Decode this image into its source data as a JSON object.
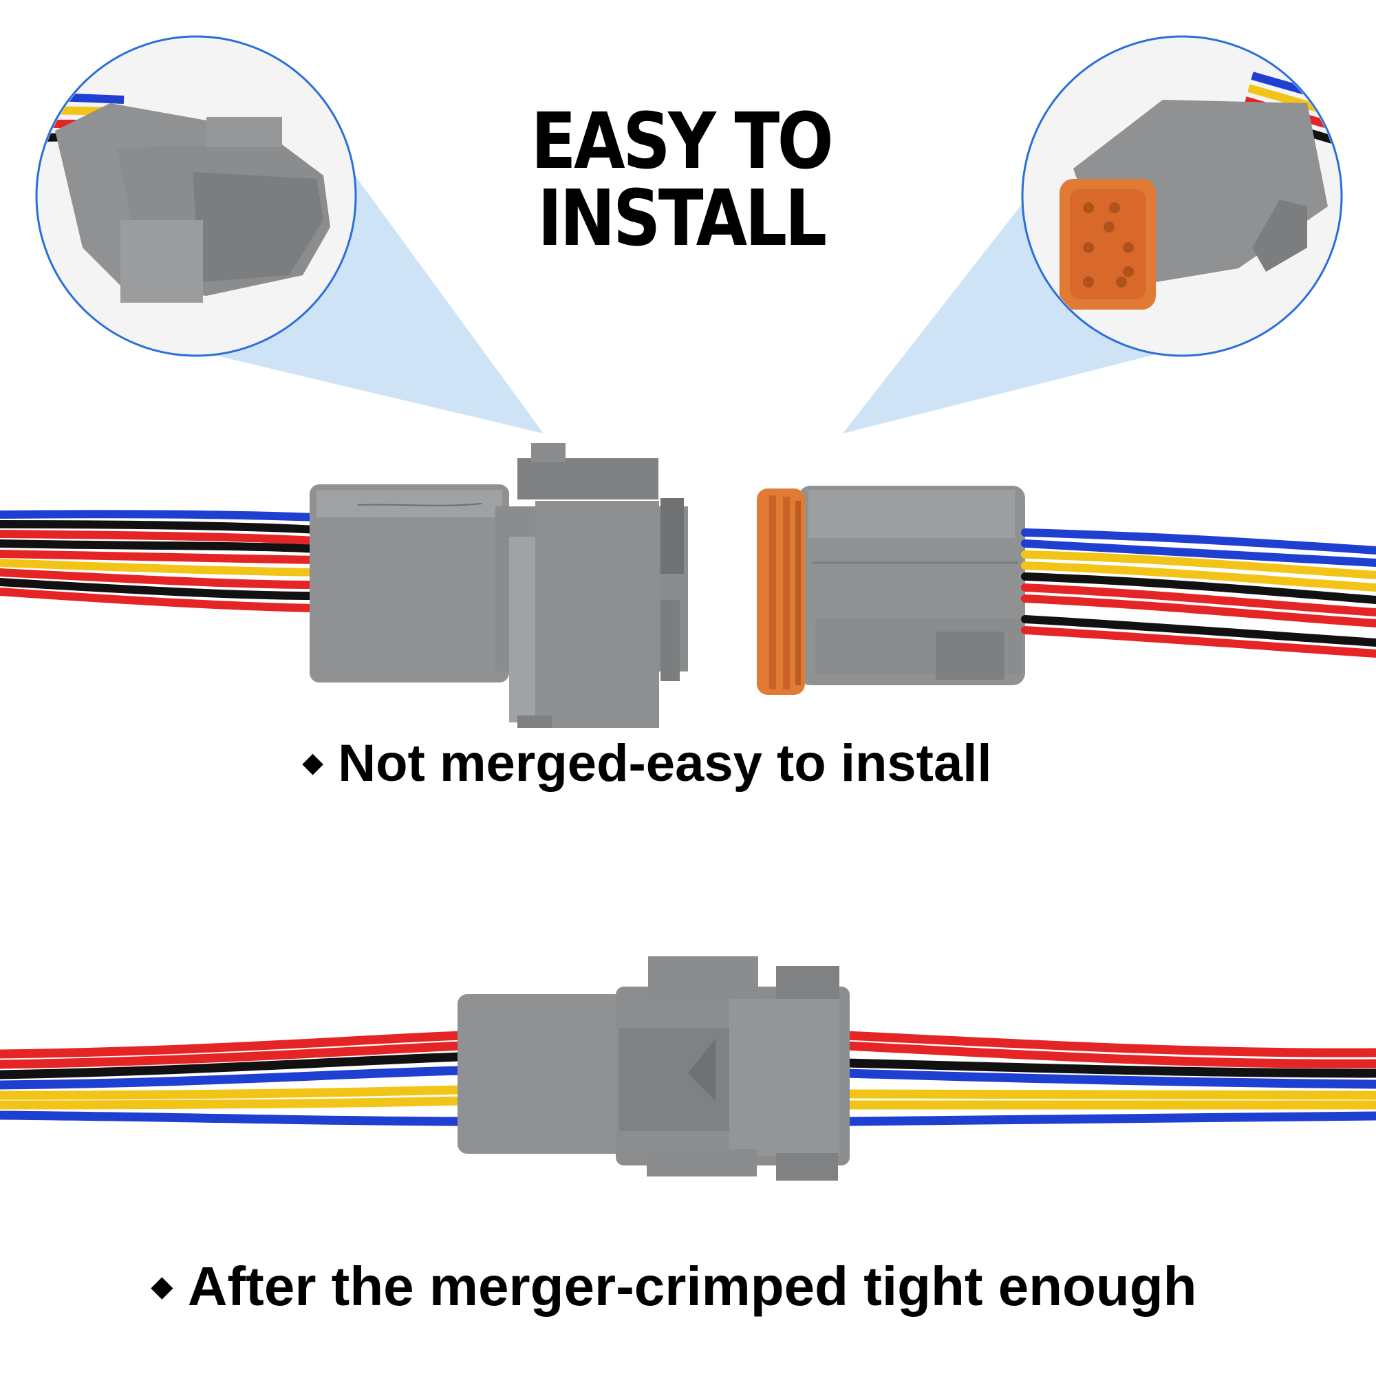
{
  "title": "EASY TO INSTALL",
  "captions": {
    "bullet": "◆",
    "not_merged": "Not merged-easy to install",
    "after_merger": "After the merger-crimped tight enough"
  },
  "colors": {
    "housing_gray": "#8f9193",
    "seal_orange": "#e07a35",
    "wire_red": "#e42425",
    "wire_black": "#1a1a1a",
    "wire_yellow": "#f2c418",
    "wire_blue": "#1f3fd1",
    "callout_blue": "#cfe3f7",
    "circle_outline": "#2a6fd8"
  }
}
